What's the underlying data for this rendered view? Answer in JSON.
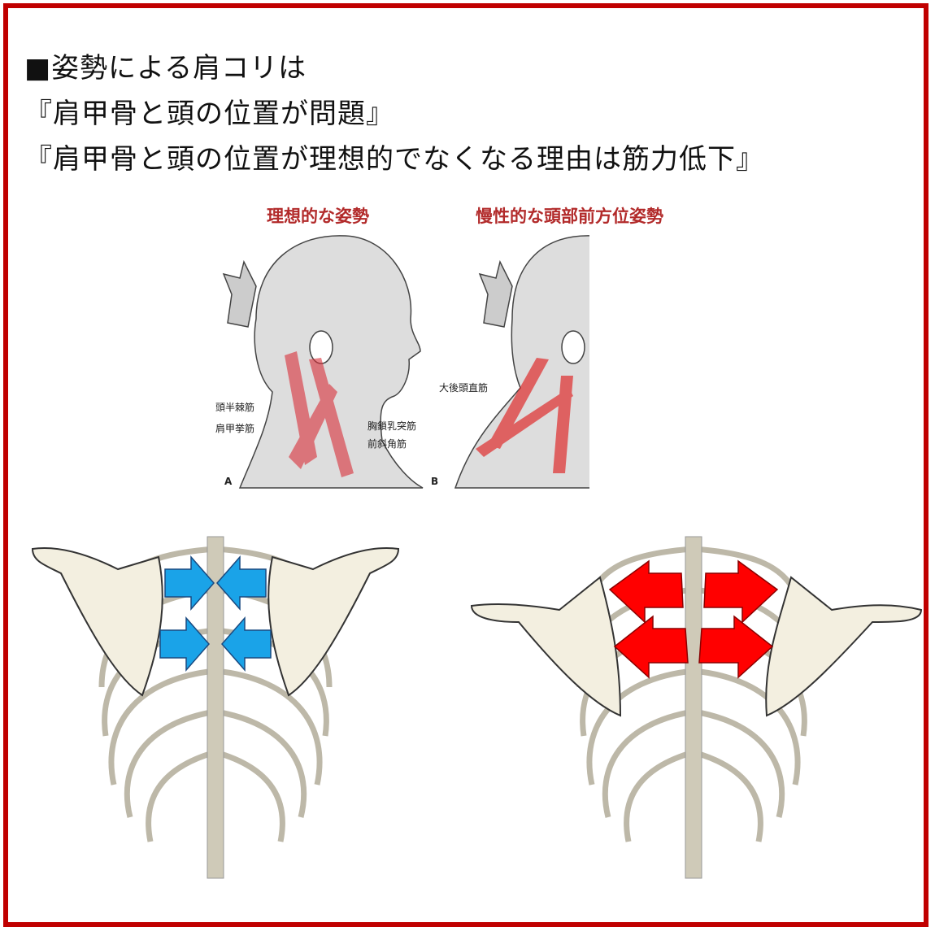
{
  "heading": {
    "line1": "■姿勢による肩コリは",
    "line2": "『肩甲骨と頭の位置が問題』",
    "line3": "『肩甲骨と頭の位置が理想的でなくなる理由は筋力低下』"
  },
  "figure_head": {
    "left_title": "理想的な姿勢",
    "right_title": "慢性的な頭部前方位姿勢",
    "left_labels": [
      "頭半棘筋",
      "肩甲挙筋",
      "胸鎖乳突筋",
      "前斜角筋"
    ],
    "right_labels": [
      "大後頭直筋"
    ],
    "panel_a": "A",
    "panel_b": "B"
  },
  "colors": {
    "frame": "#c00000",
    "blue_arrow": "#1aa3e8",
    "red_arrow": "#ff0000",
    "bone": "#f3efe0"
  }
}
